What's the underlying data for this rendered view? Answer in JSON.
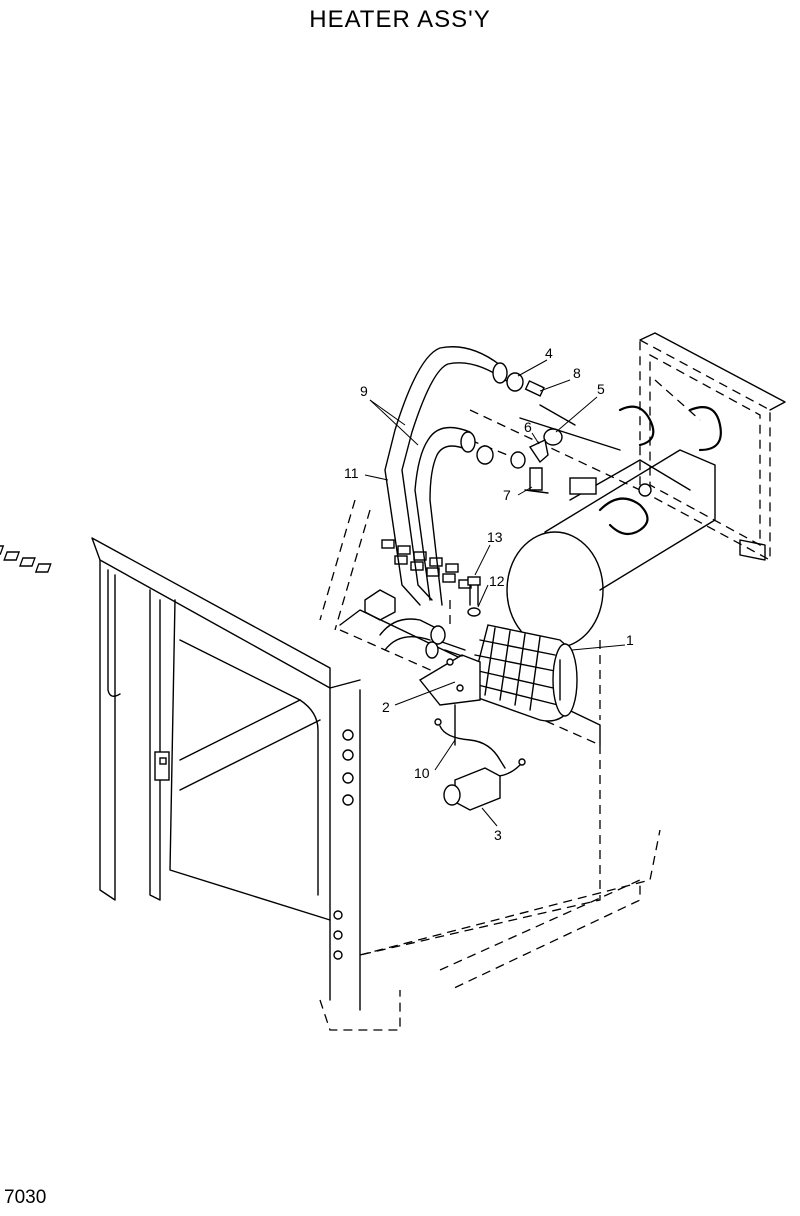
{
  "header": {
    "title": "HEATER ASS'Y"
  },
  "footer": {
    "page_number": "7030"
  },
  "callouts": {
    "c1": "1",
    "c2": "2",
    "c3": "3",
    "c4": "4",
    "c5": "5",
    "c6": "6",
    "c7": "7",
    "c8": "8",
    "c9": "9",
    "c10": "10",
    "c11": "11",
    "c12": "12",
    "c13": "13"
  }
}
